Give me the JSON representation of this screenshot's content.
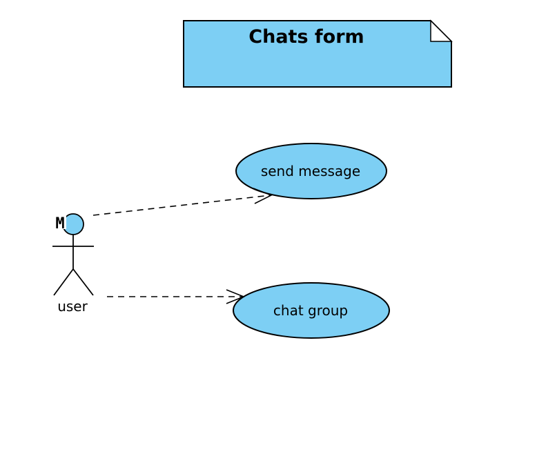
{
  "diagram": {
    "note": {
      "title": "Chats form"
    },
    "actor": {
      "label": "user",
      "badge": "M"
    },
    "use_cases": [
      {
        "label": "send message"
      },
      {
        "label": "chat group"
      }
    ]
  },
  "colors": {
    "fill": "#7DCFF4",
    "stroke": "#000000",
    "background": "#FFFFFF"
  }
}
